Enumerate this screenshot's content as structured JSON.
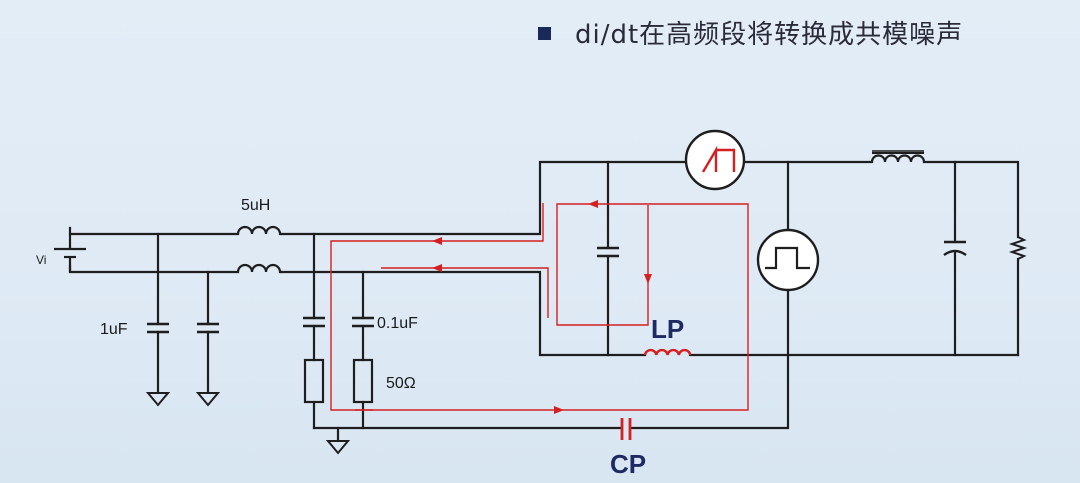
{
  "title": {
    "text": "di/dt在高频段将转换成共模噪声"
  },
  "labels": {
    "source": "Vi",
    "inductor": "5uH",
    "cap_input": "1uF",
    "cap_lisn": "0.1uF",
    "resistor": "50Ω",
    "parasitic_inductance": "LP",
    "parasitic_capacitance": "CP"
  },
  "colors": {
    "wire": "#1e1e1e",
    "noise_path": "#d42020",
    "title_bullet": "#1a2a58",
    "label_accent": "#1d2a63"
  }
}
